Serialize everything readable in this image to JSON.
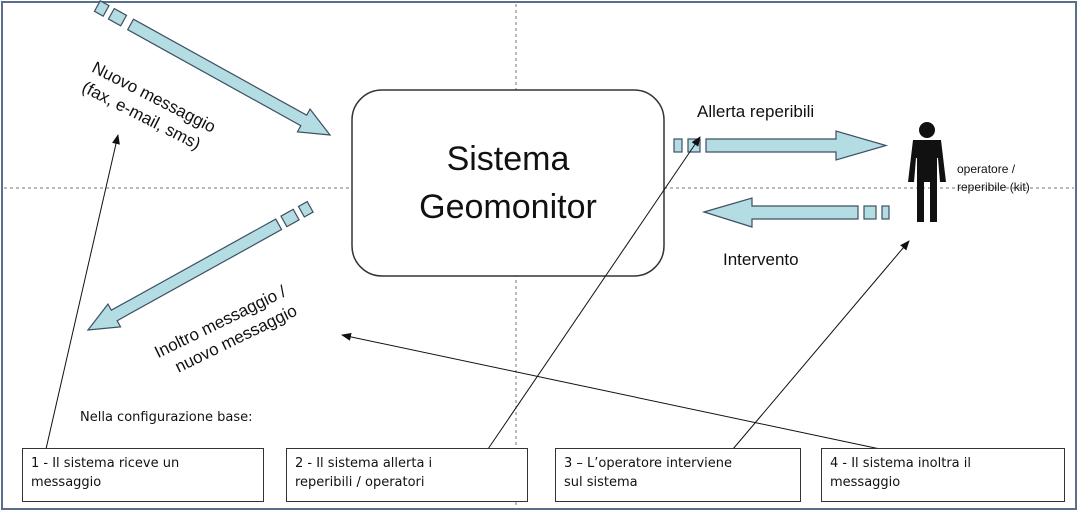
{
  "diagram": {
    "system_title": [
      "Sistema",
      "Geomonitor"
    ],
    "incoming": {
      "line1": "Nuovo messaggio",
      "line2": "(fax, e-mail, sms)"
    },
    "outgoing": {
      "line1": "Inoltro messaggio /",
      "line2": "nuovo messaggio"
    },
    "alert_label": "Allerta reperibili",
    "intervention_label": "Intervento",
    "operator": {
      "line1": "operatore /",
      "line2": "reperibile  (kit)"
    },
    "base_config_label": "Nella configurazione base:",
    "steps": [
      {
        "line1": "1 - Il sistema riceve un",
        "line2": "messaggio"
      },
      {
        "line1": "2 - Il sistema allerta i",
        "line2": "reperibili  / operatori"
      },
      {
        "line1": "3 – L’operatore interviene",
        "line2": "sul sistema"
      },
      {
        "line1": "4 - Il sistema inoltra il",
        "line2": "messaggio"
      }
    ]
  },
  "colors": {
    "arrow_fill": "#b3dde2",
    "arrow_stroke": "#3d4f63",
    "frame": "#5b6f8c",
    "guide": "#777777"
  }
}
